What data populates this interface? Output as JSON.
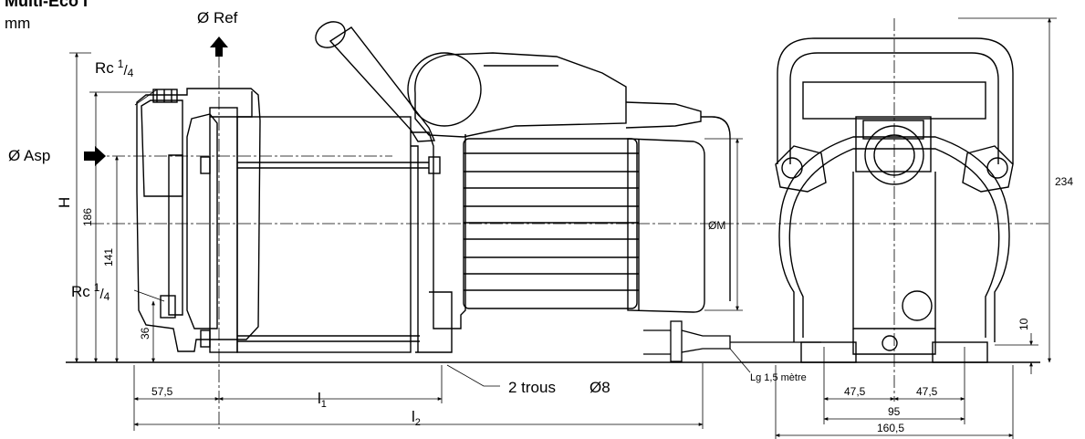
{
  "header": {
    "title": "Multi-Eco I",
    "unit": "mm"
  },
  "labels": {
    "ref": "Ø Ref",
    "asp": "Ø Asp",
    "rc": "Rc",
    "rc_frac_num": "1",
    "rc_frac_den": "4",
    "H": "H",
    "phiM": "ØM",
    "trous": "2 trous",
    "trous_dia": "Ø8",
    "lg": "Lg 1,5 mètre",
    "l1": "l",
    "l1_sub": "1",
    "l2": "l",
    "l2_sub": "2"
  },
  "dimensions": {
    "d186": "186",
    "d141": "141",
    "d36": "36",
    "d57_5": "57,5",
    "d234": "234",
    "d10": "10",
    "d47_5_left": "47,5",
    "d47_5_right": "47,5",
    "d95": "95",
    "d160_5": "160,5"
  }
}
